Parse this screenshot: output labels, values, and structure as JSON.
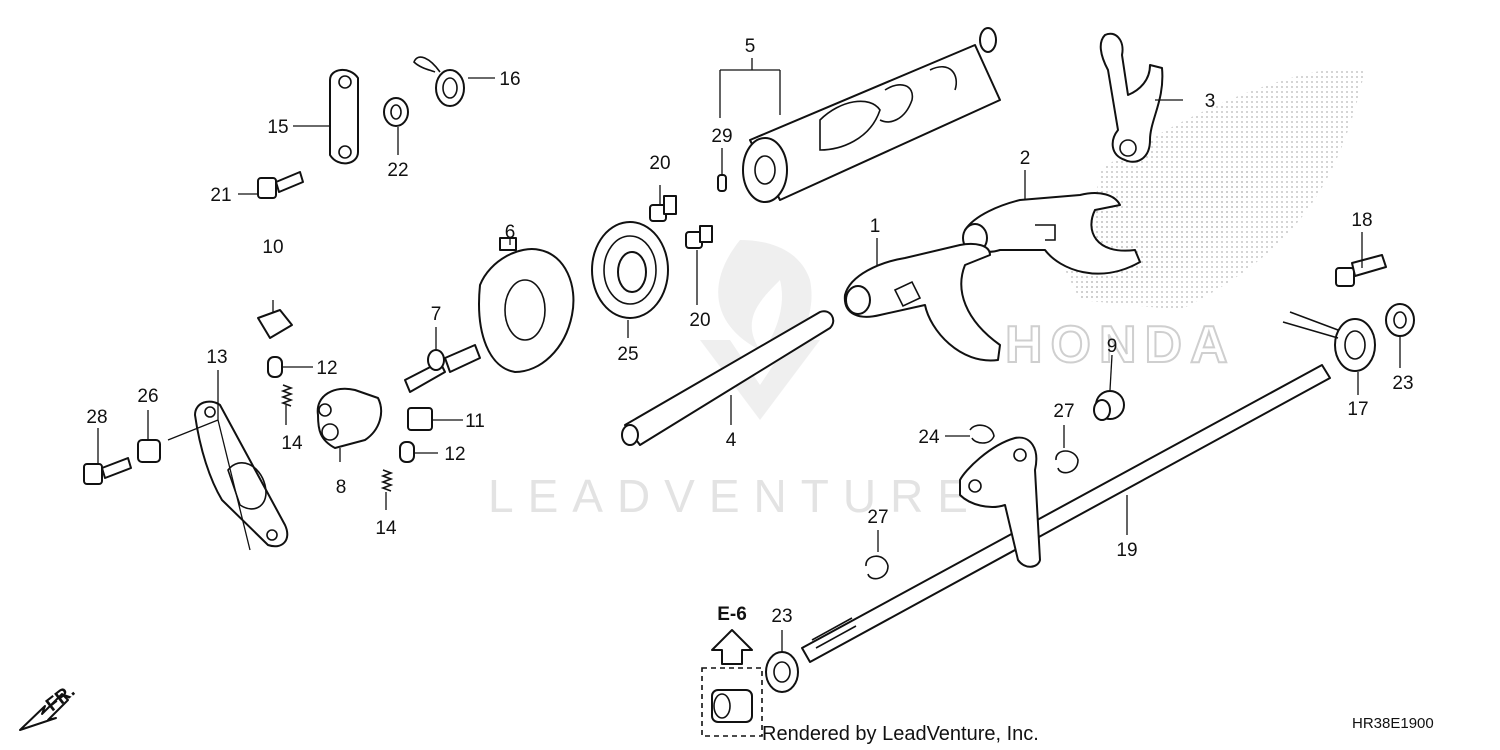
{
  "diagram": {
    "watermark": "LEADVENTURE",
    "brand_mark": "HONDA",
    "credit": "Rendered by LeadVenture, Inc.",
    "diagram_code": "HR38E1900",
    "ref_label": "E-6",
    "direction_label": "FR.",
    "callouts": [
      "1",
      "2",
      "3",
      "4",
      "5",
      "6",
      "7",
      "8",
      "9",
      "10",
      "11",
      "12",
      "12",
      "13",
      "14",
      "14",
      "15",
      "16",
      "17",
      "18",
      "19",
      "20",
      "20",
      "21",
      "22",
      "23",
      "23",
      "24",
      "25",
      "26",
      "27",
      "27",
      "28",
      "29"
    ]
  }
}
